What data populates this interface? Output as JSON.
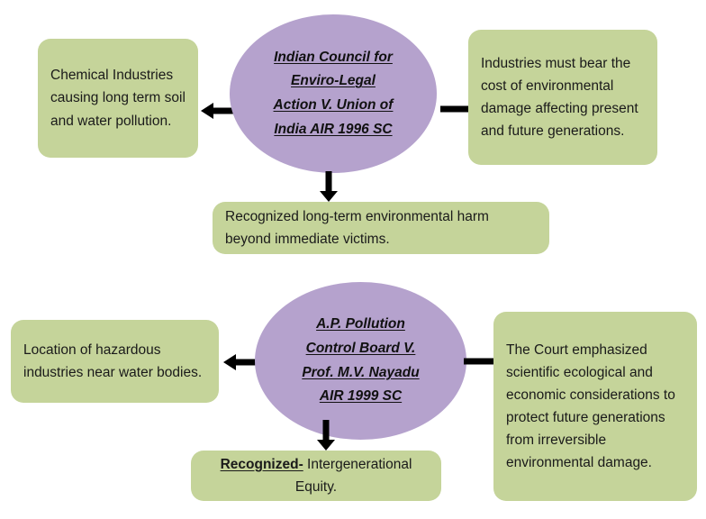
{
  "diagram": {
    "type": "flow-diagram",
    "palette": {
      "box_fill": "#c5d49a",
      "ellipse_fill": "#b5a2cd",
      "text": "#1a1a1a",
      "arrow": "#000000",
      "background": "#ffffff"
    },
    "cases": [
      {
        "id": "case-1",
        "title": "Indian Council for Enviro-Legal Action V. Union of India AIR 1996 SC",
        "title_lines": [
          "Indian Council for",
          "Enviro-Legal",
          "Action V. Union of",
          "India AIR 1996 SC"
        ],
        "left_box": "Chemical Industries causing long term soil and water pollution.",
        "right_box": "Industries must bear the cost of environmental damage affecting present and future generations.",
        "bottom_box": "Recognized long-term environmental harm beyond immediate victims."
      },
      {
        "id": "case-2",
        "title": "A.P. Pollution Control Board V. Prof. M.V. Nayadu AIR 1999 SC",
        "title_lines": [
          "A.P. Pollution",
          "Control Board V.",
          "Prof. M.V. Nayadu",
          "AIR 1999 SC"
        ],
        "left_box": "Location of hazardous industries near water bodies.",
        "right_box": "The Court emphasized scientific ecological and economic considerations to protect future generations from irreversible environmental damage.",
        "bottom_box_lead": "Recognized-",
        "bottom_box_rest": " Intergenerational Equity."
      }
    ],
    "arrows": [
      {
        "name": "arrow-case1-left",
        "direction": "left"
      },
      {
        "name": "arrow-case1-right",
        "direction": "right"
      },
      {
        "name": "arrow-case1-down",
        "direction": "down"
      },
      {
        "name": "arrow-case2-left",
        "direction": "left"
      },
      {
        "name": "arrow-case2-right",
        "direction": "right"
      },
      {
        "name": "arrow-case2-down",
        "direction": "down"
      }
    ]
  }
}
